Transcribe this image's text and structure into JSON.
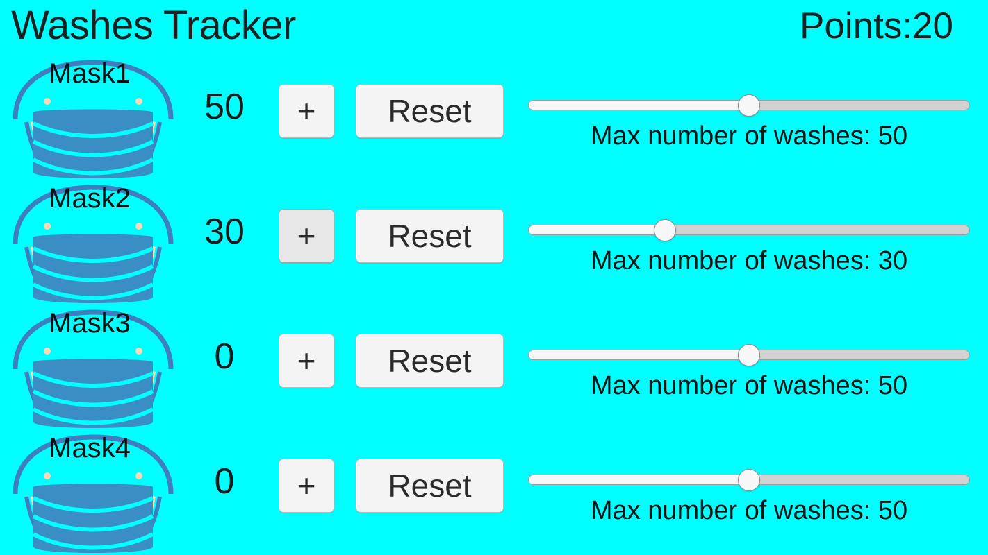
{
  "header": {
    "title": "Washes Tracker",
    "points_label": "Points:20",
    "points_value": 20
  },
  "colors": {
    "background": "#00ffff",
    "mask_body": "#3b8ec4",
    "mask_strap": "#3f7fc0",
    "mask_ear": "#ffd7b0",
    "button_face": "#f4f4f4",
    "button_face_pressed": "#e7e7e7",
    "slider_track": "#d2d2d2",
    "slider_fill": "#f7f7f7",
    "text": "#1c1c1c"
  },
  "slider_caption_prefix": "Max number of washes: ",
  "buttons": {
    "plus_label": "+",
    "reset_label": "Reset"
  },
  "masks": [
    {
      "name": "Mask1",
      "icon": "face-mask-icon",
      "count": "50",
      "plus_label": "+",
      "reset_label": "Reset",
      "plus_pressed": false,
      "slider": {
        "value": 50,
        "min": 0,
        "max": 100,
        "percent": 50,
        "caption": "Max number of washes: 50"
      }
    },
    {
      "name": "Mask2",
      "icon": "face-mask-icon",
      "count": "30",
      "plus_label": "+",
      "reset_label": "Reset",
      "plus_pressed": true,
      "slider": {
        "value": 30,
        "min": 0,
        "max": 100,
        "percent": 31,
        "caption": "Max number of washes: 30"
      }
    },
    {
      "name": "Mask3",
      "icon": "face-mask-icon",
      "count": "0",
      "plus_label": "+",
      "reset_label": "Reset",
      "plus_pressed": false,
      "slider": {
        "value": 50,
        "min": 0,
        "max": 100,
        "percent": 50,
        "caption": "Max number of washes: 50"
      }
    },
    {
      "name": "Mask4",
      "icon": "face-mask-icon",
      "count": "0",
      "plus_label": "+",
      "reset_label": "Reset",
      "plus_pressed": false,
      "slider": {
        "value": 50,
        "min": 0,
        "max": 100,
        "percent": 50,
        "caption": "Max number of washes: 50"
      }
    }
  ]
}
